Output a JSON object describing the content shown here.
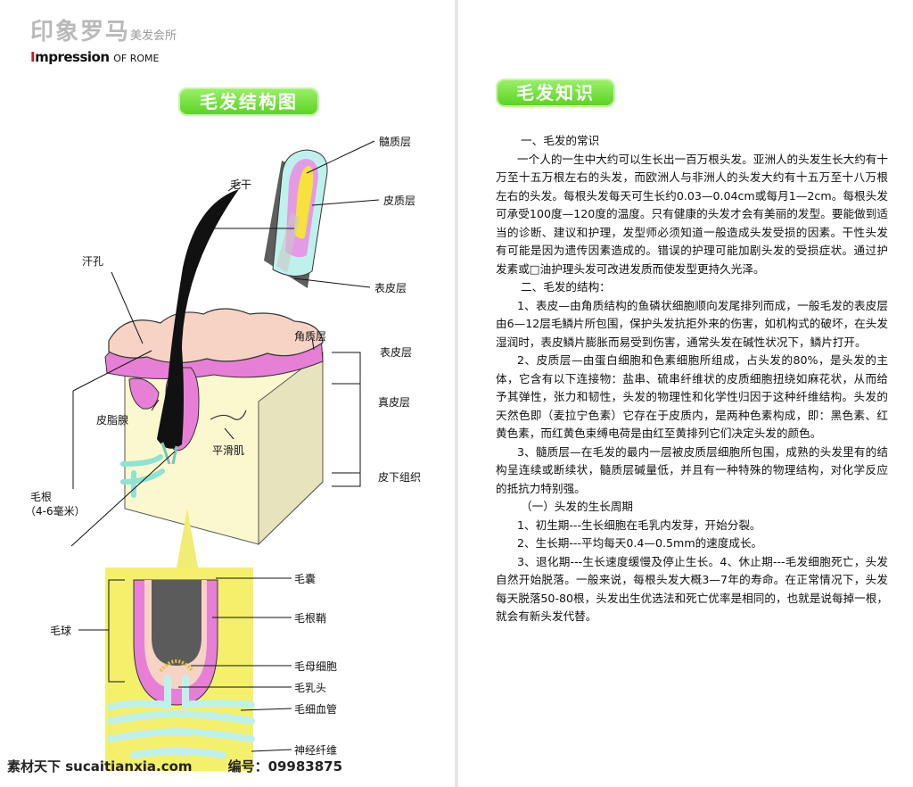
{
  "brand": {
    "cn_logo": "印象罗马",
    "cn_sub": "美发会所",
    "en_first": "I",
    "en_rest": "mpression",
    "en_small": "OF ROME"
  },
  "left": {
    "title": "毛发结构图",
    "labels": {
      "medulla": "髓质层",
      "shaft": "毛干",
      "cortex": "皮质层",
      "cuticle_top": "表皮层",
      "pore": "汗孔",
      "keratin": "角质层",
      "epidermis": "表皮层",
      "dermis": "真皮层",
      "sebaceous": "皮脂腺",
      "muscle": "平滑肌",
      "subcutis": "皮下组织",
      "root": "毛根",
      "root_len": "（4-6毫米）",
      "follicle": "毛囊",
      "sheath": "毛根鞘",
      "bulb": "毛球",
      "matrix": "毛母细胞",
      "papilla": "毛乳头",
      "capillary": "毛细血管",
      "nerve": "神经纤维"
    }
  },
  "right": {
    "title": "毛发知识",
    "paragraphs": [
      {
        "cls": "h",
        "text": "一、毛发的常识"
      },
      {
        "cls": "ind",
        "text": "一个人的一生中大约可以生长出一百万根头发。亚洲人的头发生长大约有十万至十五万根左右的头发，而欧洲人与非洲人的头发大约有十五万至十八万根左右的头发。每根头发每天可生长约0.03—0.04cm或每月1—2cm。每根头发可承受100度—120度的温度。只有健康的头发才会有美丽的发型。要能做到适当的诊断、建议和护理，发型师必须知道一般造成头发受损的因素。干性头发有可能是因为遗传因素造成的。错误的护理可能加剧头发的受损症状。通过护发素或□油护理头发可改进发质而使发型更持久光泽。"
      },
      {
        "cls": "h",
        "text": "二、毛发的结构："
      },
      {
        "cls": "ind",
        "text": "1、表皮—由角质结构的鱼磷状细胞顺向发尾排列而成，一般毛发的表皮层由6—12层毛鳞片所包围，保护头发抗拒外来的伤害，如机构式的破坏，在头发湿润时，表皮鳞片膨胀而易受到伤害，通常头发在碱性状况下，鳞片打开。"
      },
      {
        "cls": "ind",
        "text": "2、皮质层—由蛋白细胞和色素细胞所组成，占头发的80%，是头发的主体，它含有以下连接物：盐串、硫串纤维状的皮质细胞扭绕如麻花状，从而给予其弹性，张力和韧性，头发的物理性和化学性归因于这种纤维结构。头发的天然色即（麦拉宁色素）它存在于皮质内，是两种色素构成，即：黑色素、红黄色素，而红黄色束缚电荷是由红至黄排列它们决定头发的颜色。"
      },
      {
        "cls": "ind",
        "text": "3、髓质层—在毛发的最内一层被皮质层细胞所包围，成熟的头发里有的结构呈连续或断续状，髓质层碱量低，并且有一种特殊的物理结构，对化学反应的抵抗力特别强。"
      },
      {
        "cls": "h",
        "text": "（一）头发的生长周期"
      },
      {
        "cls": "ind",
        "text": "1、初生期---生长细胞在毛乳内发芽，开始分裂。"
      },
      {
        "cls": "ind",
        "text": "2、生长期---平均每天0.4—0.5mm的速度成长。"
      },
      {
        "cls": "ind",
        "text": "3、退化期---生长速度缓慢及停止生长。4、休止期---毛发细胞死亡，头发自然开始脱落。一般来说，每根头发大概3—7年的寿命。在正常情况下，头发每天脱落50-80根，头发出生优选法和死亡优率是相同的，也就是说每掉一根，就会有新头发代替。"
      }
    ]
  },
  "watermark": {
    "site": "素材天下 sucaitianxia.com",
    "code": "编号：09983875"
  }
}
